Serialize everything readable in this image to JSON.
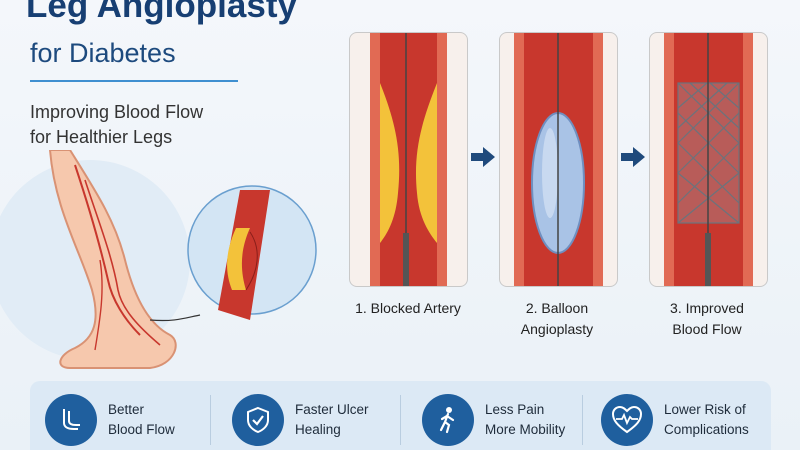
{
  "header": {
    "title": "Leg Angioplasty",
    "subtitle": "for Diabetes",
    "tagline_line1": "Improving Blood Flow",
    "tagline_line2": "for Healthier Legs"
  },
  "steps": [
    {
      "line1": "1. Blocked Artery",
      "line2": ""
    },
    {
      "line1": "2. Balloon",
      "line2": "Angioplasty"
    },
    {
      "line1": "3. Improved",
      "line2": "Blood Flow"
    }
  ],
  "benefits": [
    {
      "icon": "feet-icon",
      "line1": "Better",
      "line2": "Blood Flow"
    },
    {
      "icon": "shield-check-icon",
      "line1": "Faster Ulcer",
      "line2": "Healing"
    },
    {
      "icon": "walking-person-icon",
      "line1": "Less Pain",
      "line2": "More Mobility"
    },
    {
      "icon": "heart-pulse-icon",
      "line1": "Lower Risk of",
      "line2": "Complications"
    }
  ],
  "colors": {
    "title": "#173f73",
    "accent": "#1f5f9e",
    "artery": "#c8372d",
    "plaque": "#f3c23a",
    "balloon": "#a9c3e6"
  }
}
